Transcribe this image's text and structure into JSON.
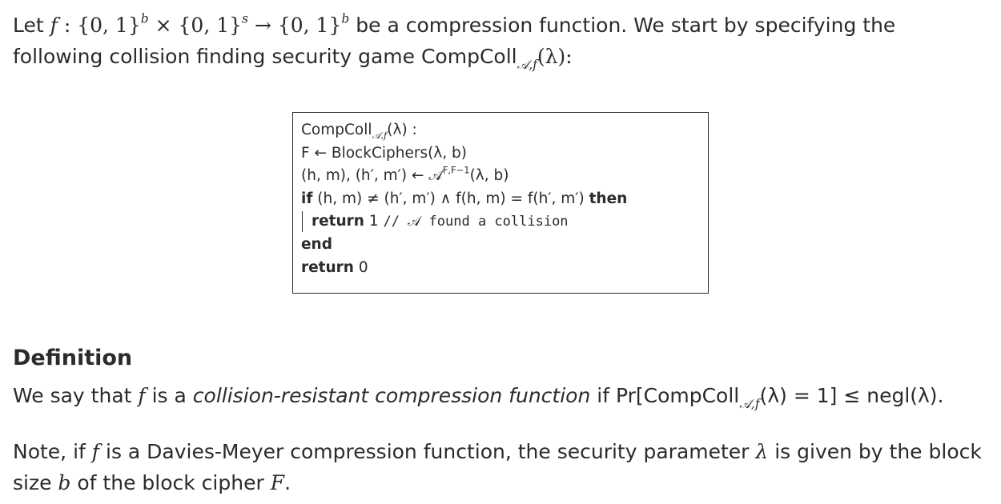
{
  "intro": {
    "t1": "Let ",
    "f": "f",
    "t2": " : {0, 1}",
    "b1": "b",
    "t3": " × {0, 1}",
    "s": "s",
    "t4": " → {0, 1}",
    "b2": "b",
    "t5": " be a compression function. We start by specifying the following collision finding security game CompColl",
    "sub": "𝒜,f",
    "t6": "(λ):"
  },
  "algorithm": {
    "l1_name": "CompColl",
    "l1_sub": "𝒜,f",
    "l1_rest": "(λ) :",
    "l2": "F ← BlockCiphers(λ, b)",
    "l3_a": "(h, m), (h′, m′) ← 𝒜",
    "l3_sup": "F,F−1",
    "l3_b": "(λ, b)",
    "l4_if": "if",
    "l4_cond": " (h, m) ≠ (h′, m′) ∧ f(h, m) = f(h′, m′) ",
    "l4_then": "then",
    "l5_return": "return",
    "l5_val": " 1 ",
    "l5_comment": "// 𝒜 found a collision",
    "l6_end": "end",
    "l7_return": "return",
    "l7_val": " 0"
  },
  "definition": {
    "title": "Definition",
    "t1": "We say that ",
    "f": "f",
    "t2": " is a ",
    "term": "collision-resistant compression function",
    "t3": " if Pr[CompColl",
    "sub": "𝒜,f",
    "t4": "(λ) = 1] ≤ negl(λ)."
  },
  "note": {
    "t1": "Note, if ",
    "f": "f",
    "t2": " is a Davies-Meyer compression function, the security parameter ",
    "lambda": "λ",
    "t3": " is given by the block size ",
    "b": "b",
    "t4": " of the block cipher ",
    "F": "F",
    "t5": "."
  }
}
